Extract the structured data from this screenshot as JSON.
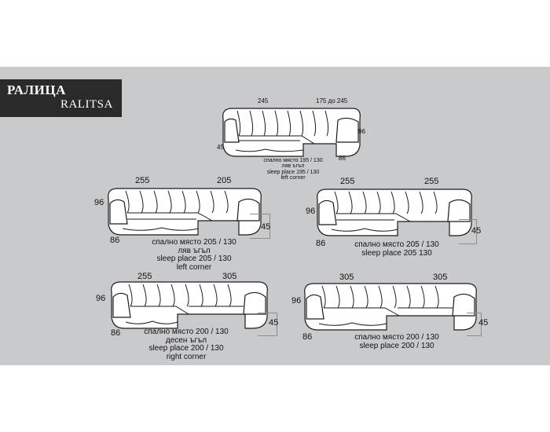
{
  "brand": {
    "name_bg": "РАЛИЦА",
    "name_lat": "RALITSA"
  },
  "sofas": [
    {
      "id": "s1",
      "dims": {
        "top_left": "245",
        "top_right": "175 до 245",
        "height": "96",
        "seat": "45",
        "depth": "86"
      },
      "caption": [
        "спално място 195 / 130",
        "ляв ъгъл",
        "sleep place 195 / 130",
        "left corner"
      ]
    },
    {
      "id": "s2",
      "dims": {
        "top_left": "255",
        "top_right": "205",
        "height": "96",
        "seat": "45",
        "depth": "86"
      },
      "caption": [
        "спално място 205 / 130",
        "ляв ъгъл",
        "sleep place 205 / 130",
        "left corner"
      ]
    },
    {
      "id": "s3",
      "dims": {
        "top_left": "255",
        "top_right": "255",
        "height": "96",
        "seat": "45",
        "depth": "86"
      },
      "caption": [
        "спално място 205 / 130",
        "sleep place 205 130"
      ]
    },
    {
      "id": "s4",
      "dims": {
        "top_left": "255",
        "top_right": "305",
        "height": "96",
        "seat": "45",
        "depth": "86"
      },
      "caption": [
        "спално място 200 / 130",
        "десен ъгъл",
        "sleep place 200 / 130",
        "right corner"
      ]
    },
    {
      "id": "s5",
      "dims": {
        "top_left": "305",
        "top_right": "305",
        "height": "96",
        "seat": "45",
        "depth": "86"
      },
      "caption": [
        "спално място 200 / 130",
        "sleep place 200 / 130"
      ]
    }
  ],
  "colors": {
    "panel": "#c9cacc",
    "brand_bg": "#2a2a2b",
    "line": "#1a1a1a",
    "fill": "#ffffff"
  }
}
